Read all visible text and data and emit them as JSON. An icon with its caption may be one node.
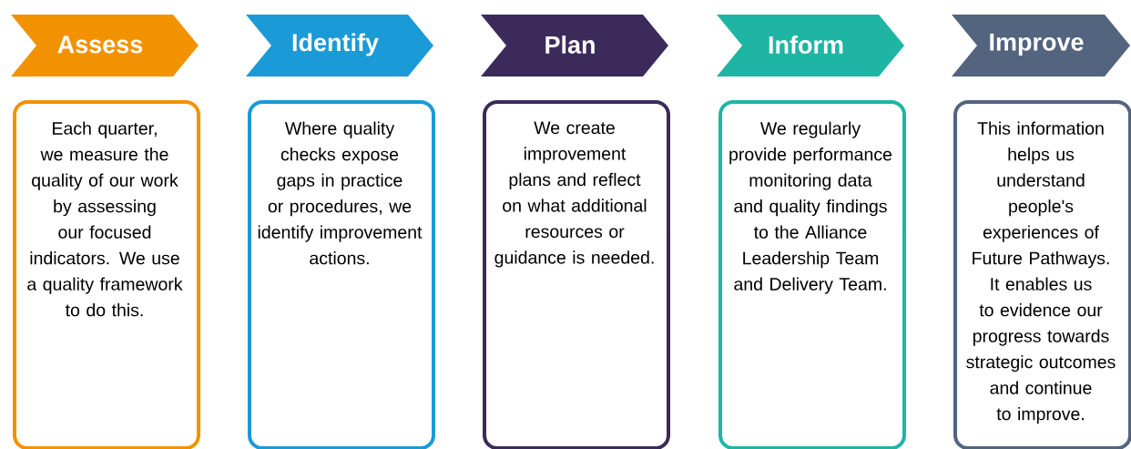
{
  "diagram": {
    "nodes": [
      {
        "text": [
          "Assess"
        ]
      },
      {
        "text": [
          "Identify"
        ]
      },
      {
        "text": [
          "Plan"
        ]
      },
      {
        "text": [
          "Inform"
        ]
      },
      {
        "text": [
          "Improve"
        ]
      },
      {
        "text": [
          "Each quarter, we measure the quality of our work by assessing our focused indicators. We use a quality framework to do this."
        ]
      },
      {
        "text": [
          "Where quality checks expose gaps in practice or procedures, we identify improvement actions."
        ]
      },
      {
        "text": [
          "We create improvement plans and reflect on what additional resources or guidance is needed."
        ]
      },
      {
        "text": [
          "We regularly provide performance monitoring data and quality findings to the Alliance Leadership Team and Delivery Team."
        ]
      },
      {
        "text": [
          "This information helps us understand people's experiences of Future Pathways. It enables us to evidence our progress towards strategic outcomes and continue to improve."
        ]
      }
    ]
  }
}
